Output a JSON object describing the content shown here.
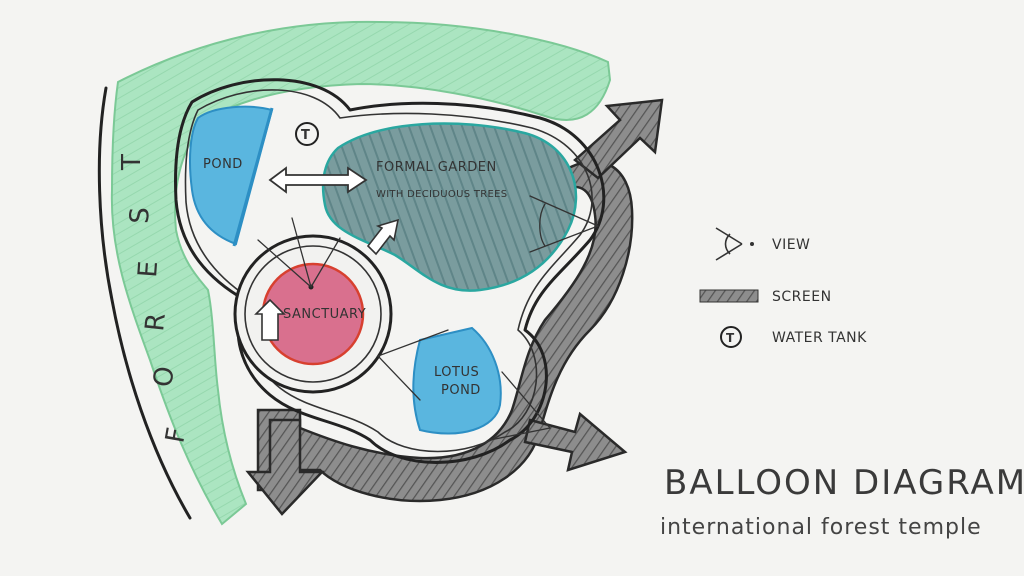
{
  "diagram": {
    "forest_letters": [
      "F",
      "O",
      "R",
      "E",
      "S",
      "T"
    ],
    "zones": {
      "pond": "POND",
      "formal_garden_line1": "FORMAL GARDEN",
      "formal_garden_line2": "WITH DECIDUOUS TREES",
      "sanctuary": "SANCTUARY",
      "lotus_line1": "LOTUS",
      "lotus_line2": "POND",
      "tank_symbol": "T"
    }
  },
  "legend": {
    "view": "VIEW",
    "screen": "SCREEN",
    "tank_symbol": "T",
    "water_tank": "WATER TANK"
  },
  "title": {
    "main": "BALLOON DIAGRAM",
    "sub": "international forest temple"
  },
  "colors": {
    "forest": "#a6e3bd",
    "pond": "#4fb0dc",
    "garden": "#6f9497",
    "sanctuary": "#d86a8a",
    "screen_band": "#8f8f8f"
  }
}
